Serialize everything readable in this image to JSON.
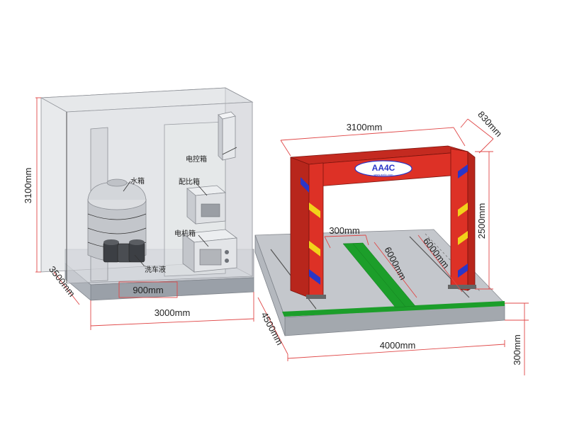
{
  "dimensions": {
    "building_height": "3100mm",
    "building_depth": "3500mm",
    "building_width": "3000mm",
    "door_width": "900mm",
    "frame_width": "3100mm",
    "frame_depth": "830mm",
    "frame_height": "2500mm",
    "channel_width": "300mm",
    "track_length_center": "6000mm",
    "track_length_right": "6000mm",
    "platform_depth": "4500mm",
    "platform_width": "4000mm",
    "platform_height": "300mm"
  },
  "labels": {
    "water_tank": "水箱",
    "control_box": "电控箱",
    "mixing_box": "配比箱",
    "motor_box": "电机箱",
    "detergent": "洗车液"
  },
  "brand": {
    "logo_text": "AA4C",
    "tagline": "www.aa4c.com"
  },
  "colors": {
    "frame_red": "#dd3126",
    "stripe_blue": "#2a36c8",
    "stripe_yellow": "#f2d21a",
    "channel_green": "#1c9e2a",
    "dimension_red": "#e04848"
  }
}
